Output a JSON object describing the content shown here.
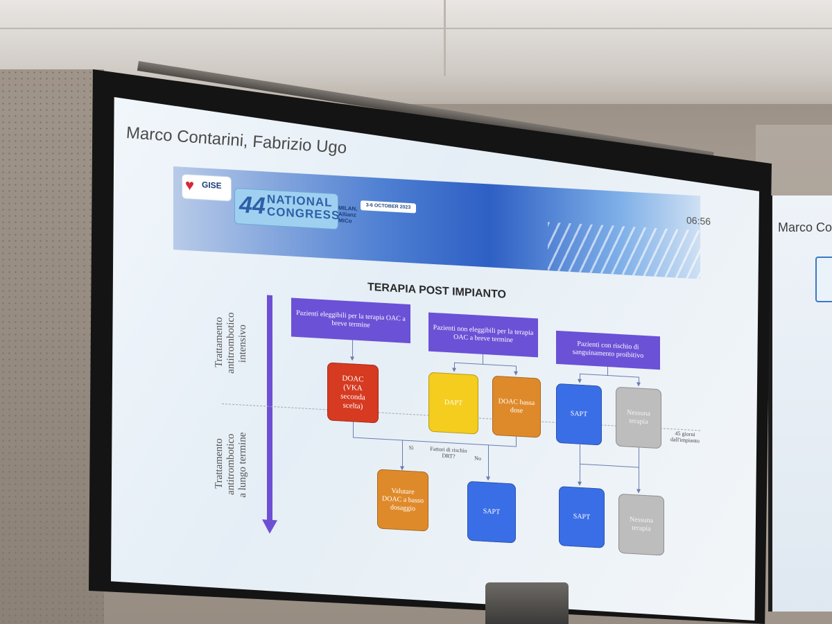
{
  "presenter_line": "Marco Contarini, Fabrizio Ugo",
  "secondary_screen": {
    "presenter_line": "Marco Cor"
  },
  "banner": {
    "logo_text": "GISE",
    "congress_number": "44",
    "congress_national": "NATIONAL",
    "congress_word": "CONGRESS",
    "dates": "3-6 OCTOBER 2023",
    "venue": "MILAN, Allianz MiCo"
  },
  "clock": "06:56",
  "slide": {
    "title": "TERAPIA POST IMPIANTO",
    "axis_top": [
      "Trattamento",
      "antitrombotico",
      "intensivo"
    ],
    "axis_bottom": [
      "Trattamento",
      "antitrombotico",
      "a lungo termine"
    ],
    "categories": [
      "Pazienti eleggibili per la terapia OAC a breve termine",
      "Pazienti non eleggibili per la terapia OAC a breve termine",
      "Pazienti con rischio di sanguinamento proibitivo"
    ],
    "boxes": {
      "doac_vka": "DOAC (VKA seconda scelta)",
      "dapt": "DAPT",
      "doac_low": "DOAC bassa dose",
      "sapt_1": "SAPT",
      "none_1": "Nessuna terapia",
      "valutare": "Valutare DOAC a basso dosaggio",
      "sapt_2": "SAPT",
      "sapt_3": "SAPT",
      "none_2": "Nessuna terapia"
    },
    "notes": {
      "si": "Sì",
      "no": "No",
      "fattori": "Fattori di rischio DRT?",
      "days": "45 giorni dall'impianto"
    }
  },
  "colors": {
    "category": "#6b51d6",
    "red": "#d63a21",
    "yellow": "#f4cd1e",
    "orange": "#df8a2a",
    "blue": "#3a6ee6",
    "grey": "#bdbdbd"
  }
}
